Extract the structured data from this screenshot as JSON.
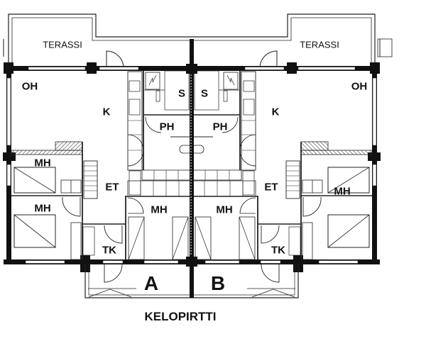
{
  "plan": {
    "title": "KELOPIRTTI",
    "units": [
      "A",
      "B"
    ],
    "rooms_left": {
      "terrace": "TERASSI",
      "living": "OH",
      "kitchen": "K",
      "sauna": "S",
      "washroom": "PH",
      "bedroom_top": "MH",
      "bedroom_bottom": "MH",
      "bedroom_center": "MH",
      "hall": "ET",
      "closet": "TK"
    },
    "rooms_right": {
      "terrace": "TERASSI",
      "living": "OH",
      "kitchen": "K",
      "sauna": "S",
      "washroom": "PH",
      "bedroom": "MH",
      "bedroom_center": "MH",
      "hall": "ET",
      "closet": "TK"
    }
  }
}
